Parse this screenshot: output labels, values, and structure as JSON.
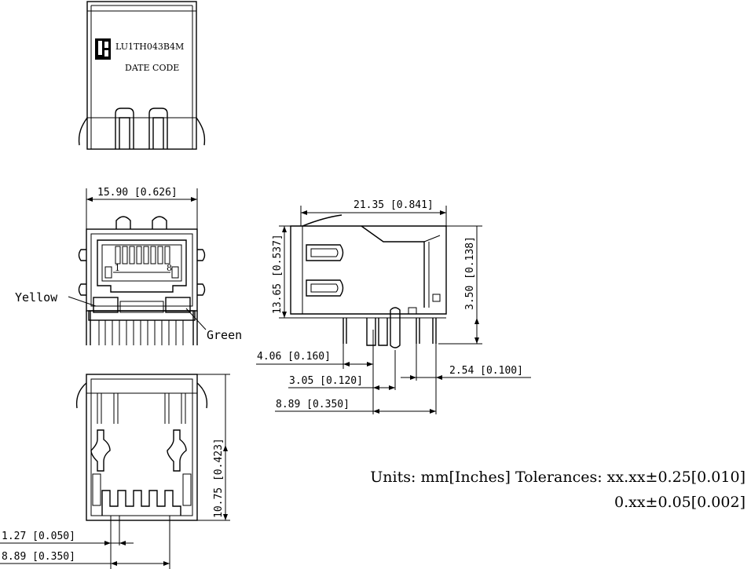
{
  "top_view": {
    "part_number": "LU1TH043B4M",
    "date_code": "DATE CODE",
    "logo": "LB"
  },
  "front_view": {
    "width_dim": "15.90  [0.626]",
    "led_left": "Yellow",
    "led_right": "Green",
    "pin_first": "1",
    "pin_last": "8"
  },
  "side_view": {
    "length_dim": "21.35  [0.841]",
    "height_dim": "13.65  [0.537]",
    "standoff_dim": "3.50  [0.138]",
    "dim_a": "4.06  [0.160]",
    "dim_b": "3.05  [0.120]",
    "dim_c": "8.89  [0.350]",
    "dim_d": "2.54  [0.100]"
  },
  "bottom_view": {
    "depth_dim": "10.75  [0.423]",
    "pitch_dim": "1.27  [0.050]",
    "span_dim": "8.89  [0.350]"
  },
  "notes": {
    "line1": "Units: mm[Inches]  Tolerances: xx.xx±0.25[0.010]",
    "line2": "0.xx±0.05[0.002]"
  }
}
